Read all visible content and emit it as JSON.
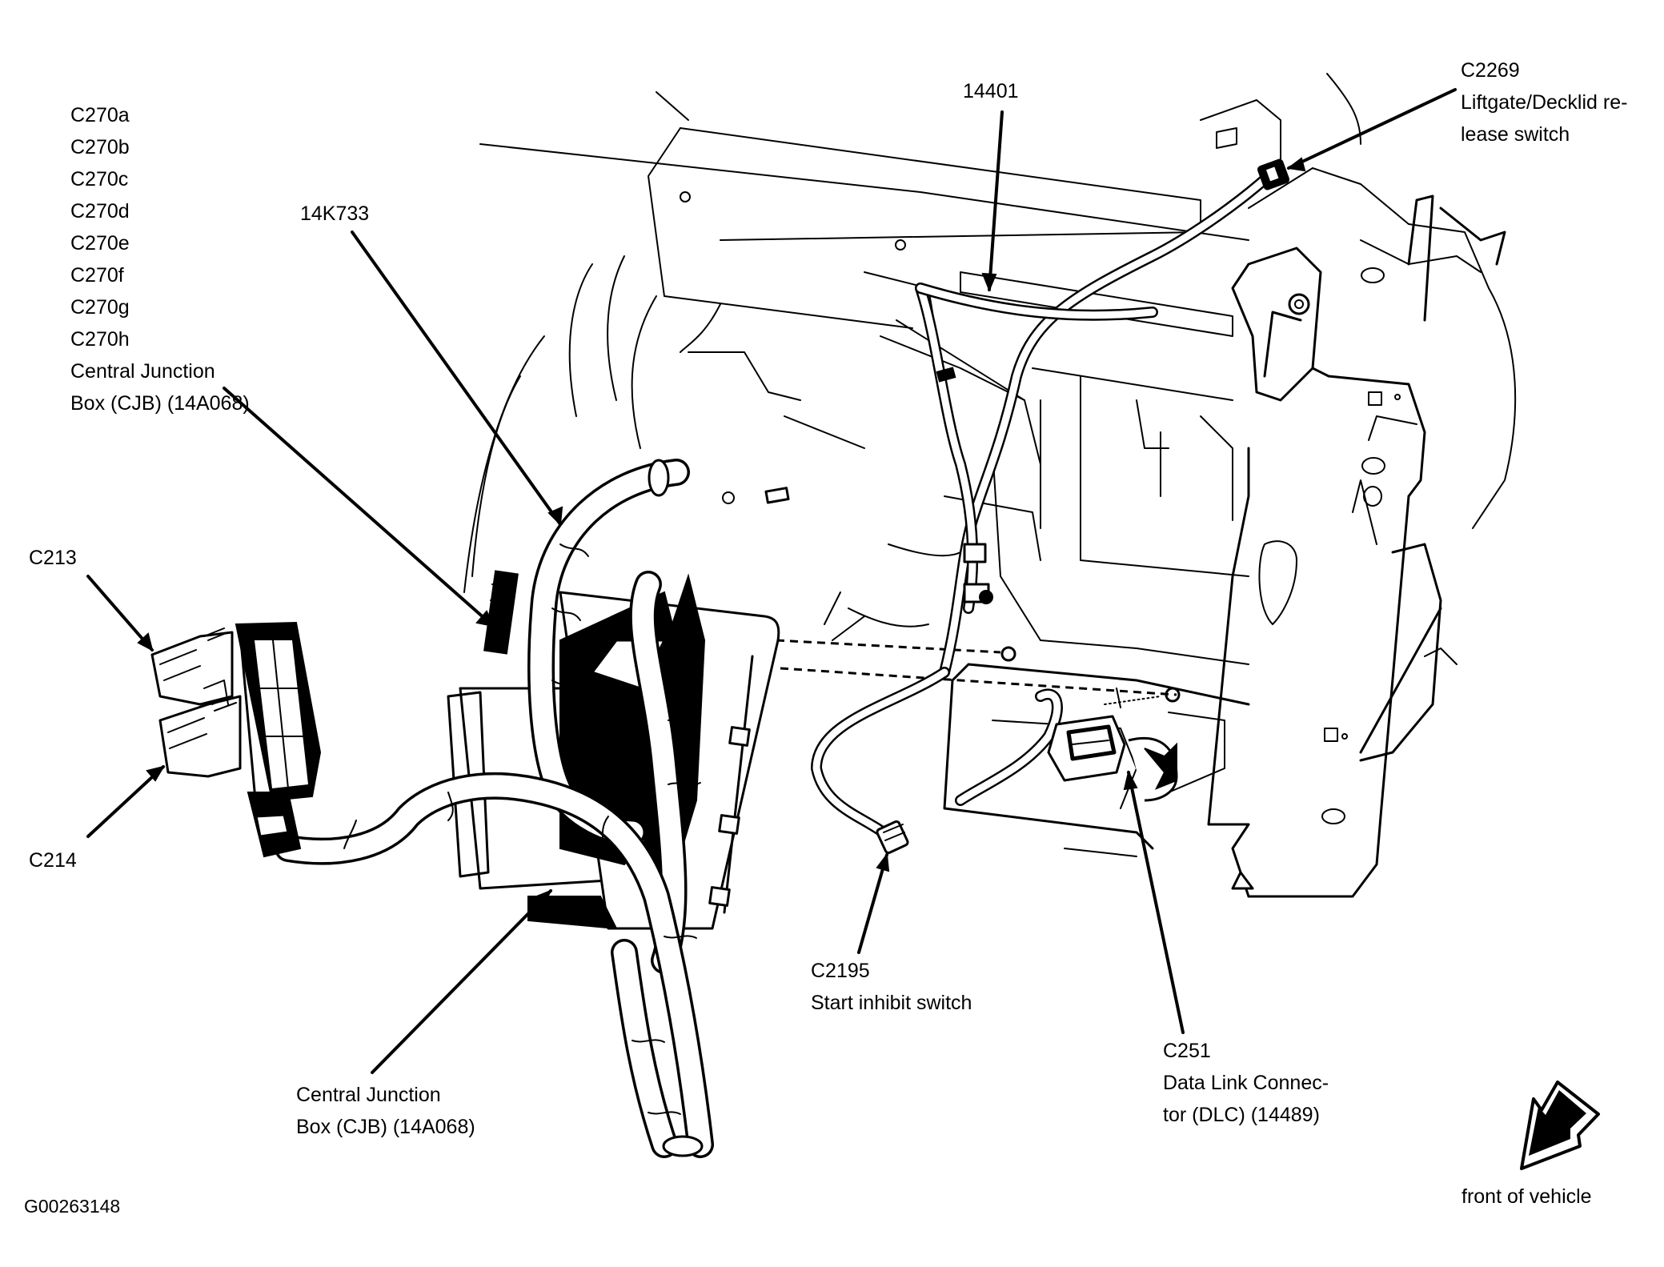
{
  "diagram": {
    "figure_id": "G00263148",
    "orientation_label": "front of vehicle",
    "labels": {
      "c270_list": [
        "C270a",
        "C270b",
        "C270c",
        "C270d",
        "C270e",
        "C270f",
        "C270g",
        "C270h"
      ],
      "cjb_top": [
        "Central Junction",
        "Box (CJB) (14A068)"
      ],
      "harness_14k733": "14K733",
      "harness_14401": "14401",
      "c2269": [
        "C2269",
        "Liftgate/Decklid re-",
        "lease switch"
      ],
      "c213": "C213",
      "c214": "C214",
      "c2195": [
        "C2195",
        "Start inhibit switch"
      ],
      "c251": [
        "C251",
        "Data Link Connec-",
        "tor (DLC) (14489)"
      ],
      "cjb_bottom": [
        "Central Junction",
        "Box (CJB) (14A068)"
      ]
    }
  }
}
